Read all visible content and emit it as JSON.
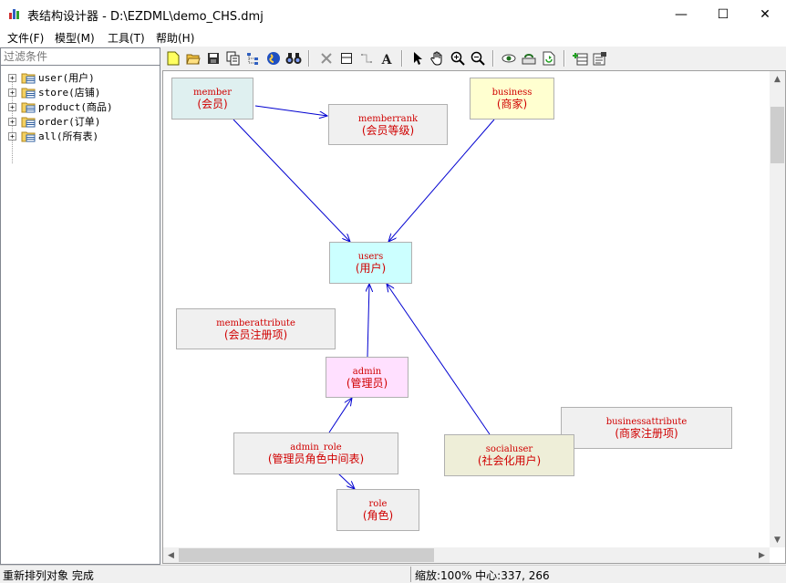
{
  "window": {
    "title": "表结构设计器 - D:\\EZDML\\demo_CHS.dmj",
    "minimize": "—",
    "maximize": "☐",
    "close": "✕"
  },
  "menu": {
    "items": [
      {
        "label": "文件(F)"
      },
      {
        "label": "模型(M)"
      },
      {
        "label": "工具(T)"
      },
      {
        "label": "帮助(H)"
      }
    ]
  },
  "tree": {
    "filter_placeholder": "过滤条件",
    "items": [
      {
        "label": "user(用户)",
        "expander": "+"
      },
      {
        "label": "store(店铺)",
        "expander": "+"
      },
      {
        "label": "product(商品)",
        "expander": "+"
      },
      {
        "label": "order(订单)",
        "expander": "+"
      },
      {
        "label": "all(所有表)",
        "expander": "+"
      }
    ]
  },
  "toolbar": {
    "icons": [
      "new-icon",
      "open-icon",
      "save-icon",
      "copy-icon",
      "tree-icon",
      "globe-icon",
      "find-icon",
      "delete-icon",
      "table-icon",
      "link-icon",
      "text-icon",
      "pointer-icon",
      "hand-icon",
      "zoom-in-icon",
      "zoom-out-icon",
      "eye-icon",
      "arrange-icon",
      "refresh-icon",
      "add-table-icon",
      "properties-icon"
    ]
  },
  "diagram": {
    "entities": [
      {
        "id": "member",
        "name": "member",
        "caption": "(会员)",
        "color": "#dff0f0"
      },
      {
        "id": "memberrank",
        "name": "memberrank",
        "caption": "(会员等级)",
        "color": "#f0f0f0"
      },
      {
        "id": "business",
        "name": "business",
        "caption": "(商家)",
        "color": "#ffffd0"
      },
      {
        "id": "users",
        "name": "users",
        "caption": "(用户)",
        "color": "#ccffff"
      },
      {
        "id": "memberattribute",
        "name": "memberattribute",
        "caption": "(会员注册项)",
        "color": "#f0f0f0"
      },
      {
        "id": "admin",
        "name": "admin",
        "caption": "(管理员)",
        "color": "#ffe0ff"
      },
      {
        "id": "businessattribute",
        "name": "businessattribute",
        "caption": "(商家注册项)",
        "color": "#f0f0f0"
      },
      {
        "id": "admin_role",
        "name": "admin_role",
        "caption": "(管理员角色中间表)",
        "color": "#f0f0f0"
      },
      {
        "id": "socialuser",
        "name": "socialuser",
        "caption": "(社会化用户)",
        "color": "#eeeed8"
      },
      {
        "id": "role",
        "name": "role",
        "caption": "(角色)",
        "color": "#f0f0f0"
      }
    ],
    "link_color": "#0000d0",
    "entity_text_color": "#d00000"
  },
  "status": {
    "left": "重新排列对象 完成",
    "right": "缩放:100% 中心:337, 266"
  }
}
